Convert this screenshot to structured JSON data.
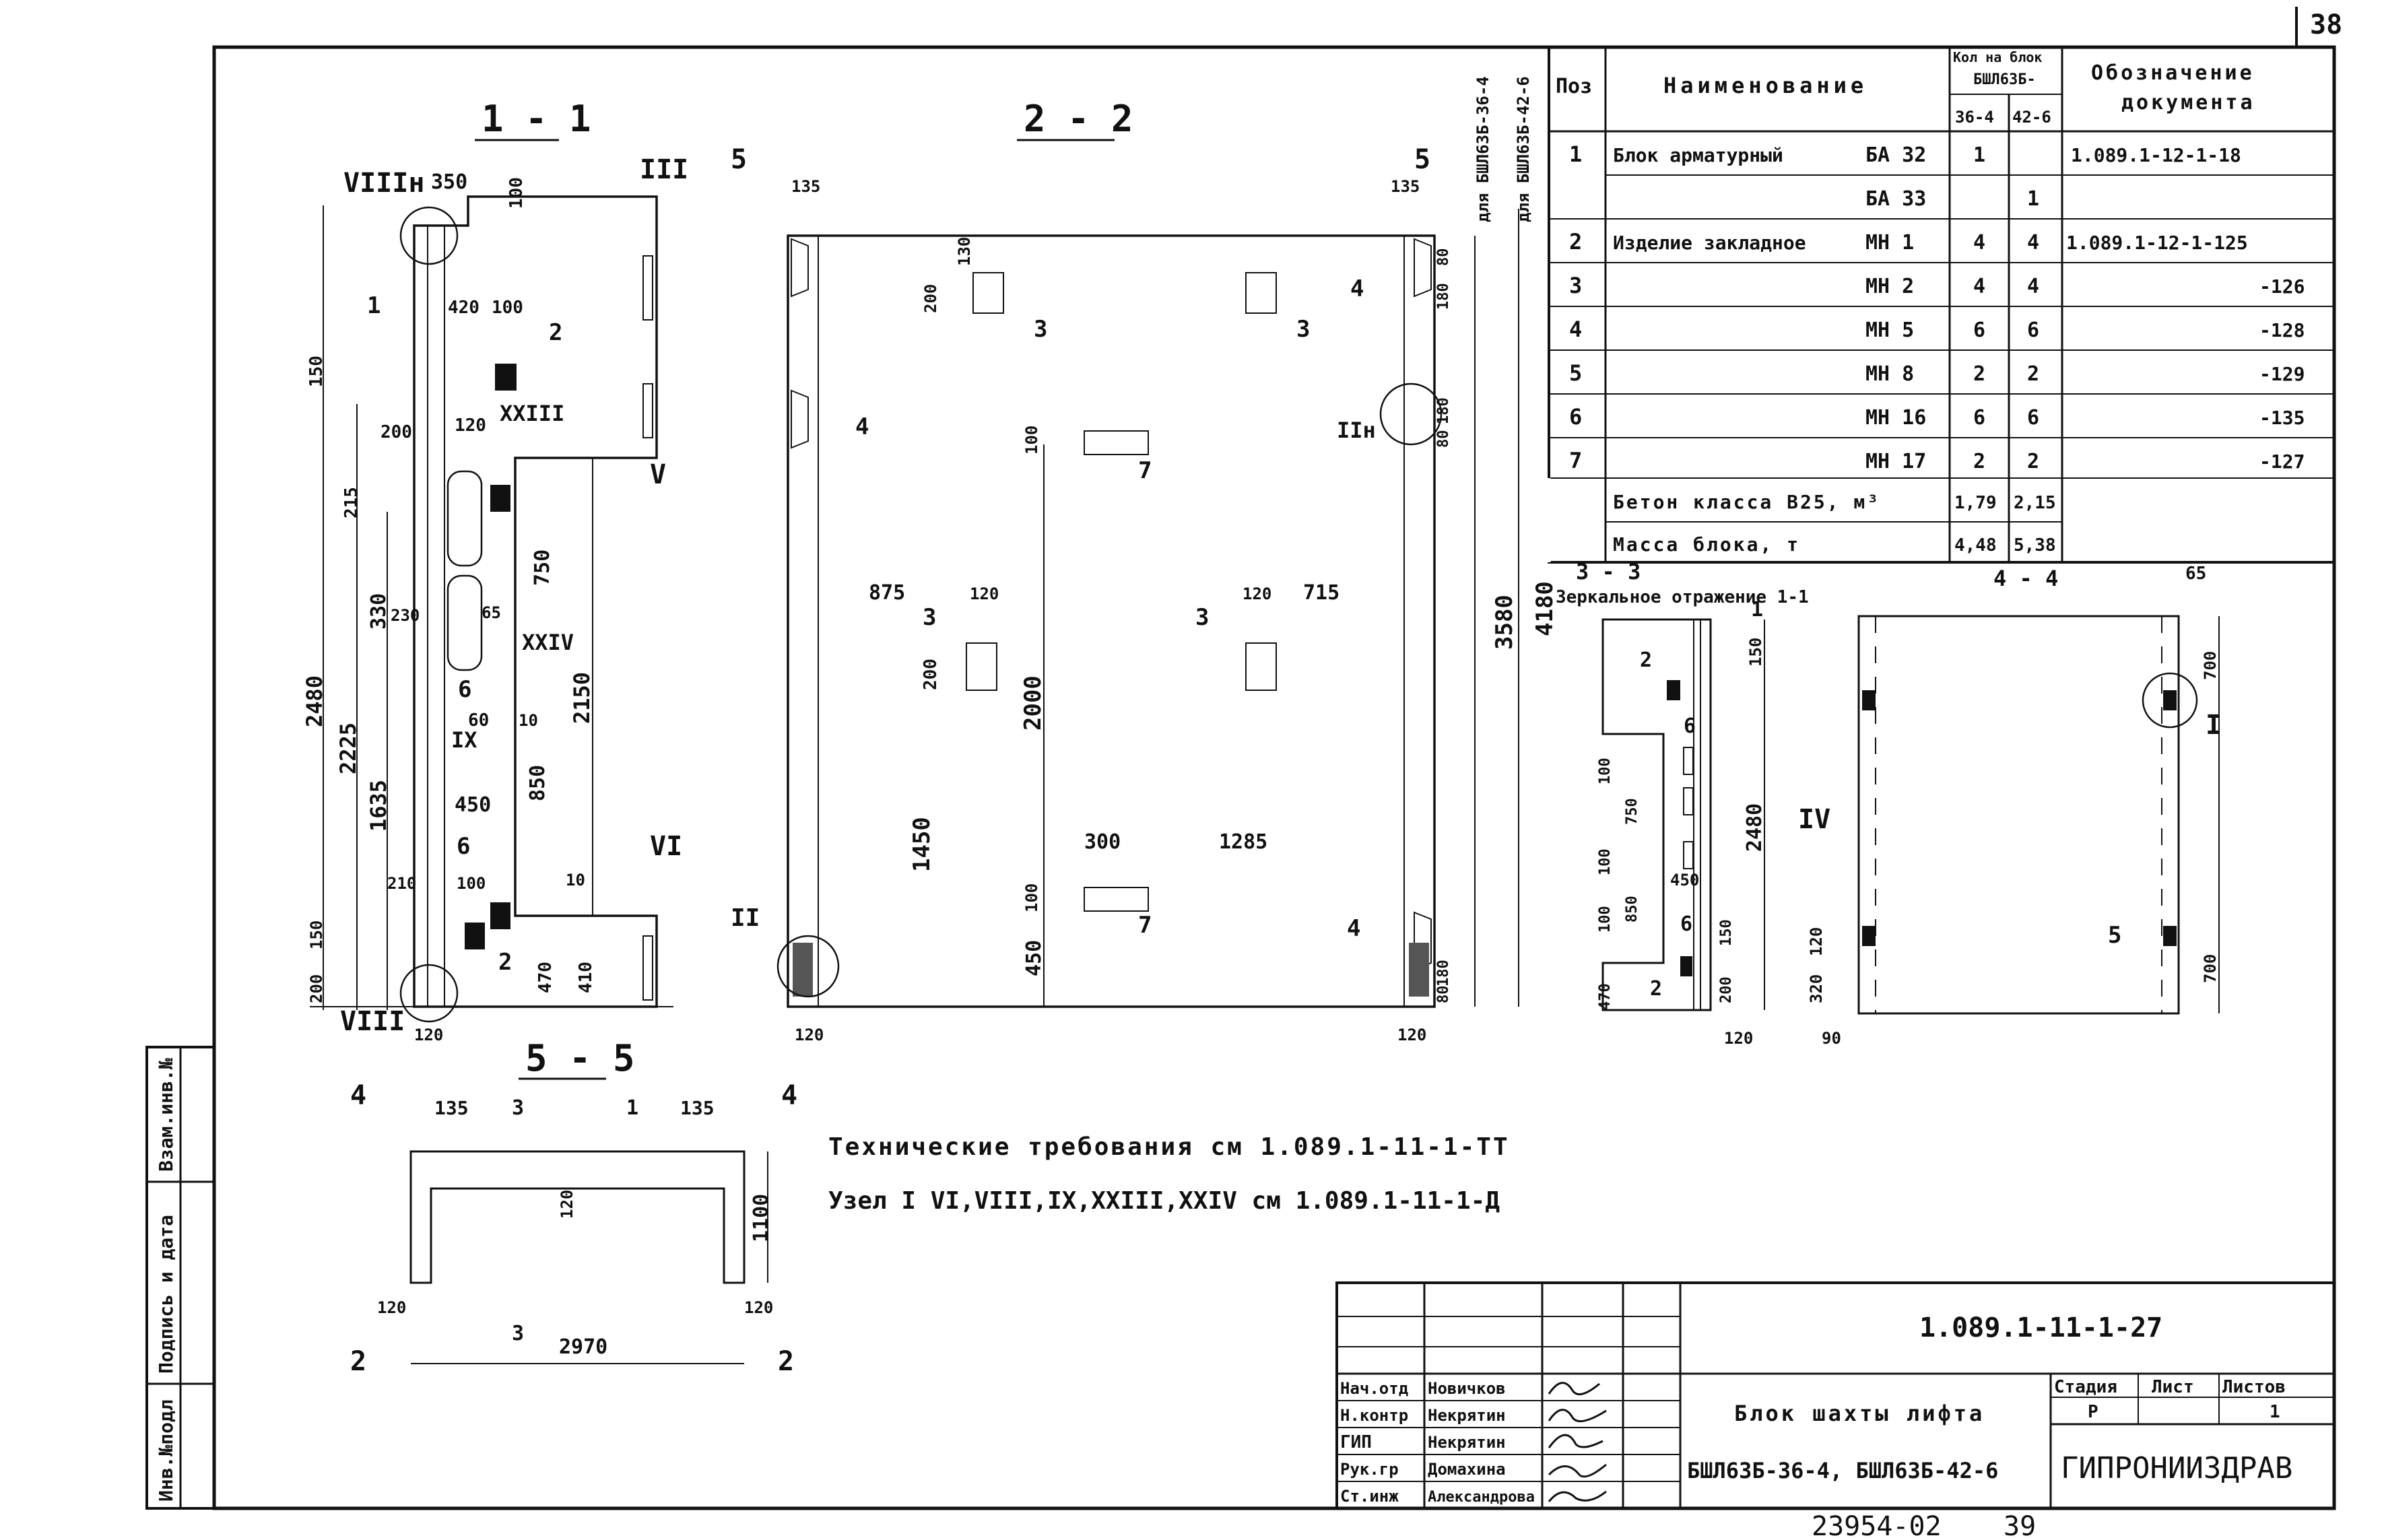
{
  "page": {
    "sheet_number": "38",
    "archive_number": "23954-02",
    "archive_page": "39"
  },
  "spec_table": {
    "headers": {
      "pos": "Поз",
      "name": "Наименование",
      "qty": "Кол на блок БШЛ63Б-",
      "qty_a": "36-4",
      "qty_b": "42-6",
      "doc": "Обозначение документа"
    },
    "rows": [
      {
        "pos": "1",
        "name": "Блок арматурный",
        "mark": "БА 32",
        "a": "1",
        "b": "",
        "doc": "1.089.1-12-1-18"
      },
      {
        "pos": "",
        "name": "",
        "mark": "БА 33",
        "a": "",
        "b": "1",
        "doc": ""
      },
      {
        "pos": "2",
        "name": "Изделие закладное",
        "mark": "МН 1",
        "a": "4",
        "b": "4",
        "doc": "1.089.1-12-1-125"
      },
      {
        "pos": "3",
        "name": "",
        "mark": "МН 2",
        "a": "4",
        "b": "4",
        "doc": "-126"
      },
      {
        "pos": "4",
        "name": "",
        "mark": "МН 5",
        "a": "6",
        "b": "6",
        "doc": "-128"
      },
      {
        "pos": "5",
        "name": "",
        "mark": "МН 8",
        "a": "2",
        "b": "2",
        "doc": "-129"
      },
      {
        "pos": "6",
        "name": "",
        "mark": "МН 16",
        "a": "6",
        "b": "6",
        "doc": "-135"
      },
      {
        "pos": "7",
        "name": "",
        "mark": "МН 17",
        "a": "2",
        "b": "2",
        "doc": "-127"
      }
    ],
    "concrete": {
      "label": "Бетон класса В25, м³",
      "a": "1,79",
      "b": "2,15"
    },
    "mass": {
      "label": "Масса блока, т",
      "a": "4,48",
      "b": "5,38"
    }
  },
  "sections": {
    "s11": {
      "title": "1 - 1",
      "romans": [
        "VIIIн",
        "III",
        "XXIII",
        "XXIV",
        "IX",
        "V",
        "VI",
        "VIII"
      ],
      "dims": [
        "350",
        "100",
        "420",
        "100",
        "150",
        "200",
        "120",
        "215",
        "330",
        "230",
        "65",
        "60",
        "10",
        "450",
        "2480",
        "2225",
        "1635",
        "750",
        "2150",
        "850",
        "210",
        "100",
        "470",
        "410",
        "200",
        "150",
        "120",
        "10"
      ],
      "callouts": [
        "1",
        "2",
        "6",
        "6",
        "2"
      ]
    },
    "s22": {
      "title": "2 - 2",
      "dims": [
        "135",
        "130",
        "200",
        "100",
        "875",
        "120",
        "200",
        "2000",
        "1450",
        "450",
        "100",
        "300",
        "1285",
        "120",
        "715",
        "135",
        "80",
        "180",
        "180",
        "80",
        "180",
        "80",
        "120",
        "3580",
        "4180"
      ],
      "callouts": [
        "3",
        "4",
        "7",
        "3",
        "3",
        "7",
        "4",
        "4",
        "3",
        "II",
        "IIн"
      ],
      "cut_marks": [
        "5",
        "5"
      ],
      "side_label_a": "для БШЛ63Б-36-4",
      "side_label_b": "для БШЛ63Б-42-6"
    },
    "s33": {
      "title": "3 - 3",
      "subtitle": "Зеркальное отражение 1-1",
      "dims": [
        "150",
        "100",
        "750",
        "100",
        "850",
        "100",
        "450",
        "150",
        "470",
        "200",
        "120",
        "2480"
      ],
      "callouts": [
        "1",
        "2",
        "6",
        "6",
        "2"
      ],
      "roman": "IV"
    },
    "s44": {
      "title": "4 - 4",
      "dims": [
        "65",
        "700",
        "700",
        "320",
        "120",
        "90"
      ],
      "callouts": [
        "I",
        "5"
      ]
    },
    "s55": {
      "title": "5 - 5",
      "dims": [
        "135",
        "3",
        "1",
        "135",
        "120",
        "1100",
        "120",
        "3",
        "2970",
        "120"
      ],
      "cut_marks": [
        "4",
        "4",
        "2",
        "2"
      ]
    }
  },
  "notes": {
    "tech": "Технические требования см 1.089.1-11-1-ТТ",
    "nodes": "Узел I VI,VIII,IX,XXIII,XXIV см 1.089.1-11-1-Д"
  },
  "stamp": {
    "doc_code": "1.089.1-11-1-27",
    "title": "Блок шахты лифта",
    "subtitle": "БШЛ63Б-36-4, БШЛ63Б-42-6",
    "stage_label": "Стадия",
    "sheet_label": "Лист",
    "sheets_label": "Листов",
    "stage": "Р",
    "sheet": "",
    "sheets": "1",
    "org": "ГИПРОНИИЗДРАВ",
    "people": [
      {
        "role": "Нач.отд",
        "name": "Новичков"
      },
      {
        "role": "Н.контр",
        "name": "Некрятин"
      },
      {
        "role": "ГИП",
        "name": "Некрятин"
      },
      {
        "role": "Рук.гр",
        "name": "Домахина"
      },
      {
        "role": "Ст.инж",
        "name": "Александрова"
      }
    ]
  },
  "side_strip": [
    "Инв.№подл",
    "Подпись и дата",
    "Взам.инв.№"
  ]
}
